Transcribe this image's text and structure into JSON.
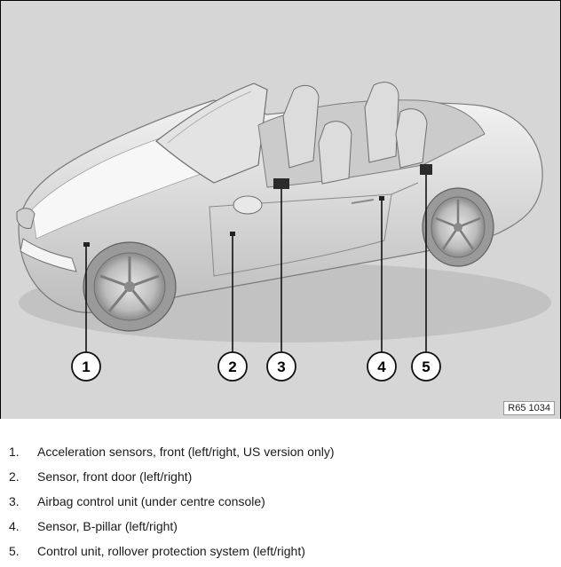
{
  "figure": {
    "code": "R65 1034",
    "callouts": [
      "1",
      "2",
      "3",
      "4",
      "5"
    ]
  },
  "legend": [
    {
      "num": "1.",
      "text": "Acceleration sensors, front (left/right, US version only)"
    },
    {
      "num": "2.",
      "text": "Sensor, front door (left/right)"
    },
    {
      "num": "3.",
      "text": "Airbag control unit (under centre console)"
    },
    {
      "num": "4.",
      "text": "Sensor, B-pillar (left/right)"
    },
    {
      "num": "5.",
      "text": "Control unit, rollover protection system (left/right)"
    }
  ]
}
